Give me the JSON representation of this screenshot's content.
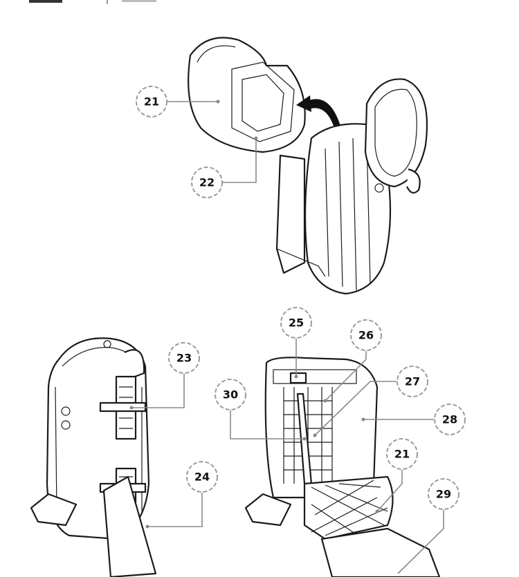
{
  "callouts": [
    {
      "id": "c21a",
      "label": "21"
    },
    {
      "id": "c22",
      "label": "22"
    },
    {
      "id": "c23",
      "label": "23"
    },
    {
      "id": "c24",
      "label": "24"
    },
    {
      "id": "c25",
      "label": "25"
    },
    {
      "id": "c26",
      "label": "26"
    },
    {
      "id": "c27",
      "label": "27"
    },
    {
      "id": "c28",
      "label": "28"
    },
    {
      "id": "c30",
      "label": "30"
    },
    {
      "id": "c21b",
      "label": "21"
    },
    {
      "id": "c29",
      "label": "29"
    }
  ],
  "colors": {
    "line": "#1a1a1a",
    "leader": "#888888",
    "circle": "#9a9a9a"
  }
}
